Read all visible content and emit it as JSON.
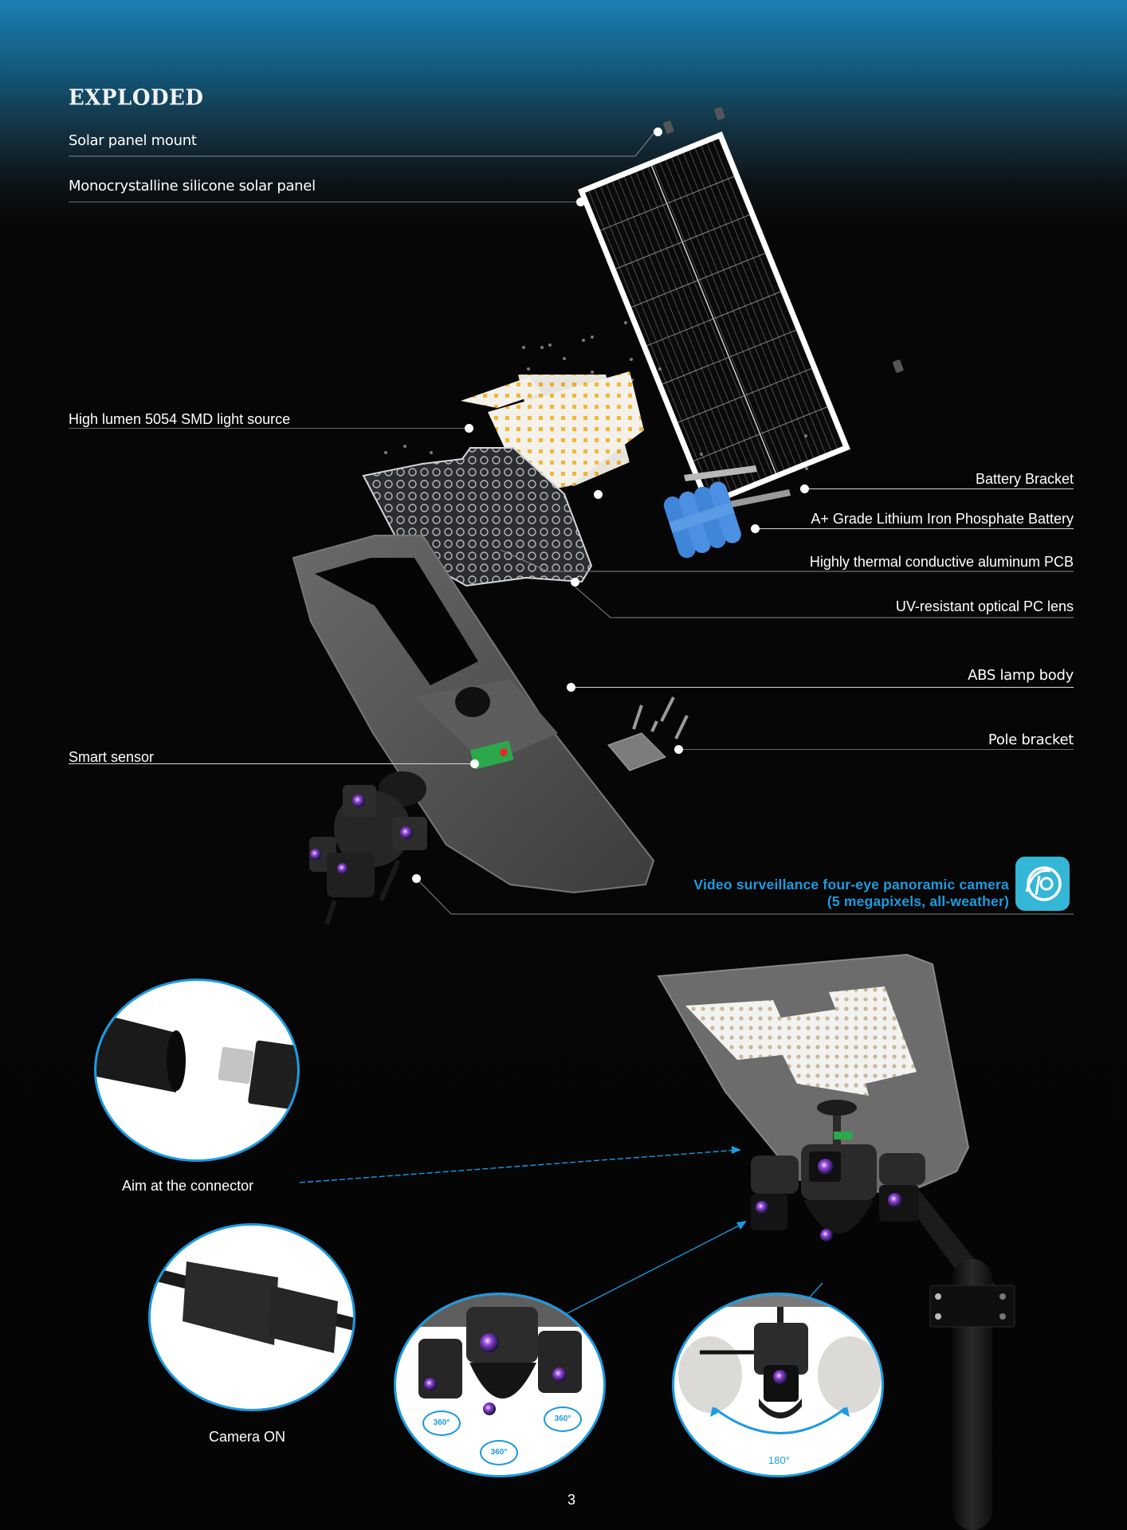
{
  "page": {
    "section_title": "EXPLODED",
    "page_number": "3"
  },
  "exploded_view": {
    "left_labels": [
      {
        "id": "solar-panel-mount",
        "label": "Solar panel mount"
      },
      {
        "id": "solar-panel",
        "label": "Monocrystalline silicone solar panel"
      },
      {
        "id": "light-source",
        "label": "High lumen 5054 SMD light source"
      },
      {
        "id": "smart-sensor",
        "label": "Smart sensor"
      }
    ],
    "right_labels": [
      {
        "id": "battery-bracket",
        "label": "Battery Bracket"
      },
      {
        "id": "battery",
        "label": "A+ Grade Lithium Iron Phosphate Battery"
      },
      {
        "id": "pcb",
        "label": "Highly thermal conductive aluminum PCB"
      },
      {
        "id": "pc-lens",
        "label": "UV-resistant optical PC lens"
      },
      {
        "id": "lamp-body",
        "label": "ABS lamp body"
      },
      {
        "id": "pole-bracket",
        "label": "Pole  bracket"
      }
    ],
    "camera_label": {
      "line1": "Video surveillance four-eye panoramic camera",
      "line2": "(5 megapixels, all-weather)",
      "icon": "eye-camera-app-icon"
    }
  },
  "details": {
    "connector_caption": "Aim at the connector",
    "camera_on_caption": "Camera ON",
    "rotation_badges": [
      "360°",
      "360°",
      "360°"
    ],
    "tilt_angle": "180°"
  },
  "colors": {
    "accent_blue": "#1d9be0",
    "app_icon": "#34b6d6",
    "battery_blue": "#3f86d9",
    "led_yellow": "#f2b736",
    "sensor_green": "#2aa84a",
    "header_gradient_top": "#1a7fb4"
  }
}
